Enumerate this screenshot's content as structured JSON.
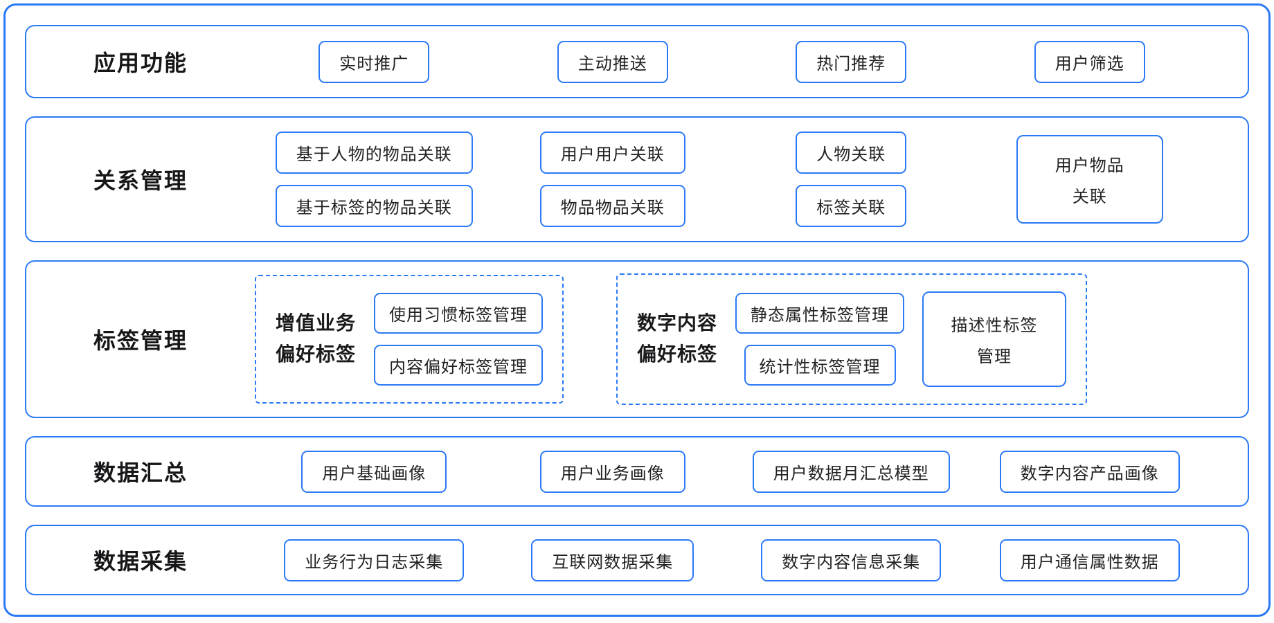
{
  "colors": {
    "accent_blue": "#2b79f5",
    "text": "#1b1b1d",
    "background": "#ffffff"
  },
  "layers": {
    "app": {
      "label": "应用功能",
      "items": [
        "实时推广",
        "主动推送",
        "热门推荐",
        "用户筛选"
      ]
    },
    "relation": {
      "label": "关系管理",
      "col1": [
        "基于人物的物品关联",
        "基于标签的物品关联"
      ],
      "col2": [
        "用户用户关联",
        "物品物品关联"
      ],
      "col3": [
        "人物关联",
        "标签关联"
      ],
      "tall": {
        "line1": "用户物品",
        "line2": "关联"
      }
    },
    "tag": {
      "label": "标签管理",
      "group1": {
        "label_line1": "增值业务",
        "label_line2": "偏好标签",
        "items": [
          "使用习惯标签管理",
          "内容偏好标签管理"
        ]
      },
      "group2": {
        "label_line1": "数字内容",
        "label_line2": "偏好标签",
        "items": [
          "静态属性标签管理",
          "统计性标签管理"
        ],
        "tall": {
          "line1": "描述性标签",
          "line2": "管理"
        }
      }
    },
    "summary": {
      "label": "数据汇总",
      "items": [
        "用户基础画像",
        "用户业务画像",
        "用户数据月汇总模型",
        "数字内容产品画像"
      ]
    },
    "collect": {
      "label": "数据采集",
      "items": [
        "业务行为日志采集",
        "互联网数据采集",
        "数字内容信息采集",
        "用户通信属性数据"
      ]
    }
  }
}
